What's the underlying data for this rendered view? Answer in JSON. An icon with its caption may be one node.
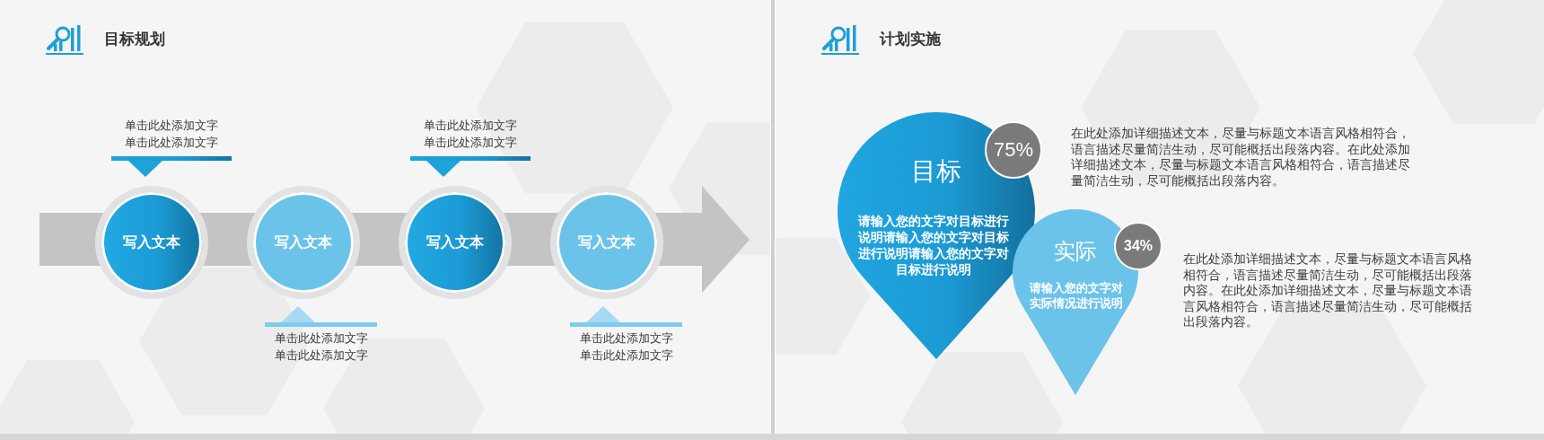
{
  "diagram": {
    "nodes": [
      {
        "text": [
          "目标规划"
        ]
      },
      {
        "text": [
          "单击此处添加文字",
          "单击此处添加文字"
        ],
        "in": 0
      },
      {
        "text": [
          "单击此处添加文字",
          "单击此处添加文字"
        ],
        "in": 0
      },
      {
        "text": [
          "写入文本"
        ],
        "in": 0
      },
      {
        "text": [
          "写入文本"
        ],
        "in": 0
      },
      {
        "text": [
          "写入文本"
        ],
        "in": 0
      },
      {
        "text": [
          "写入文本"
        ],
        "in": 0
      },
      {
        "text": [
          "单击此处添加文字",
          "单击此处添加文字"
        ],
        "in": 0
      },
      {
        "text": [
          "单击此处添加文字",
          "单击此处添加文字"
        ],
        "in": 0
      },
      {
        "text": [
          "计划实施"
        ]
      },
      {
        "text": [
          "目标",
          "请输入您的文字对目标进行说明请输入您的文字对目标进行说明请输入您的文字对目标进行说明"
        ],
        "in": 9
      },
      {
        "text": [
          "75%"
        ],
        "in": 9
      },
      {
        "text": [
          "实际",
          "请输入您的文字对实际情况进行说明"
        ],
        "in": 9
      },
      {
        "text": [
          "34%"
        ],
        "in": 9
      }
    ],
    "labels": [
      "在此处添加详细描述文本，尽量与标题文本语言风格相符合，语言描述尽量简洁生动，尽可能概括出段落内容。在此处添加详细描述文本，尽量与标题文本语言风格相符合，语言描述尽量简洁生动，尽可能概括出段落内容。",
      "在此处添加详细描述文本，尽量与标题文本语言风格相符合，语言描述尽量简洁生动，尽可能概括出段落内容。在此处添加详细描述文本，尽量与标题文本语言风格相符合，语言描述尽量简洁生动，尽可能概括出段落内容。"
    ]
  }
}
